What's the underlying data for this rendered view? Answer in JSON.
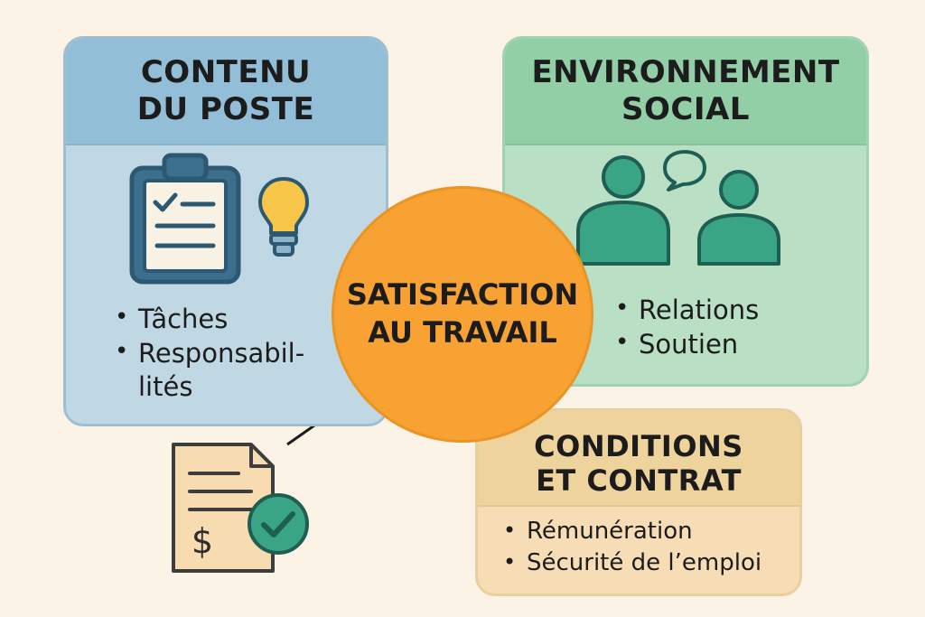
{
  "center": {
    "line1": "SATISFACTION",
    "line2": "AU TRAVAIL"
  },
  "job_content": {
    "title_line1": "CONTENU",
    "title_line2": "DU POSTE",
    "bullets": [
      "Tâches",
      "Responsabil-",
      "lités"
    ]
  },
  "social": {
    "title_line1": "ENVIRONNEMENT",
    "title_line2": "SOCIAL",
    "bullets": [
      "Relations",
      "Soutien"
    ]
  },
  "conditions": {
    "title_line1": "CONDITIONS",
    "title_line2": "ET CONTRAT",
    "bullets": [
      "Rémunération",
      "Sécurité de l’emploi"
    ]
  },
  "icons": [
    "clipboard-checklist-icon",
    "lightbulb-icon",
    "people-icon",
    "speech-bubble-icon",
    "contract-document-icon",
    "dollar-icon",
    "checkmark-badge-icon"
  ],
  "colors": {
    "background": "#fbf3e6",
    "job_card": "#bfd8e3",
    "social_card": "#b9dfc4",
    "conditions_card": "#f6ddb6",
    "center": "#f9a234",
    "icon_dark": "#2d5871",
    "icon_green": "#3aa585"
  }
}
